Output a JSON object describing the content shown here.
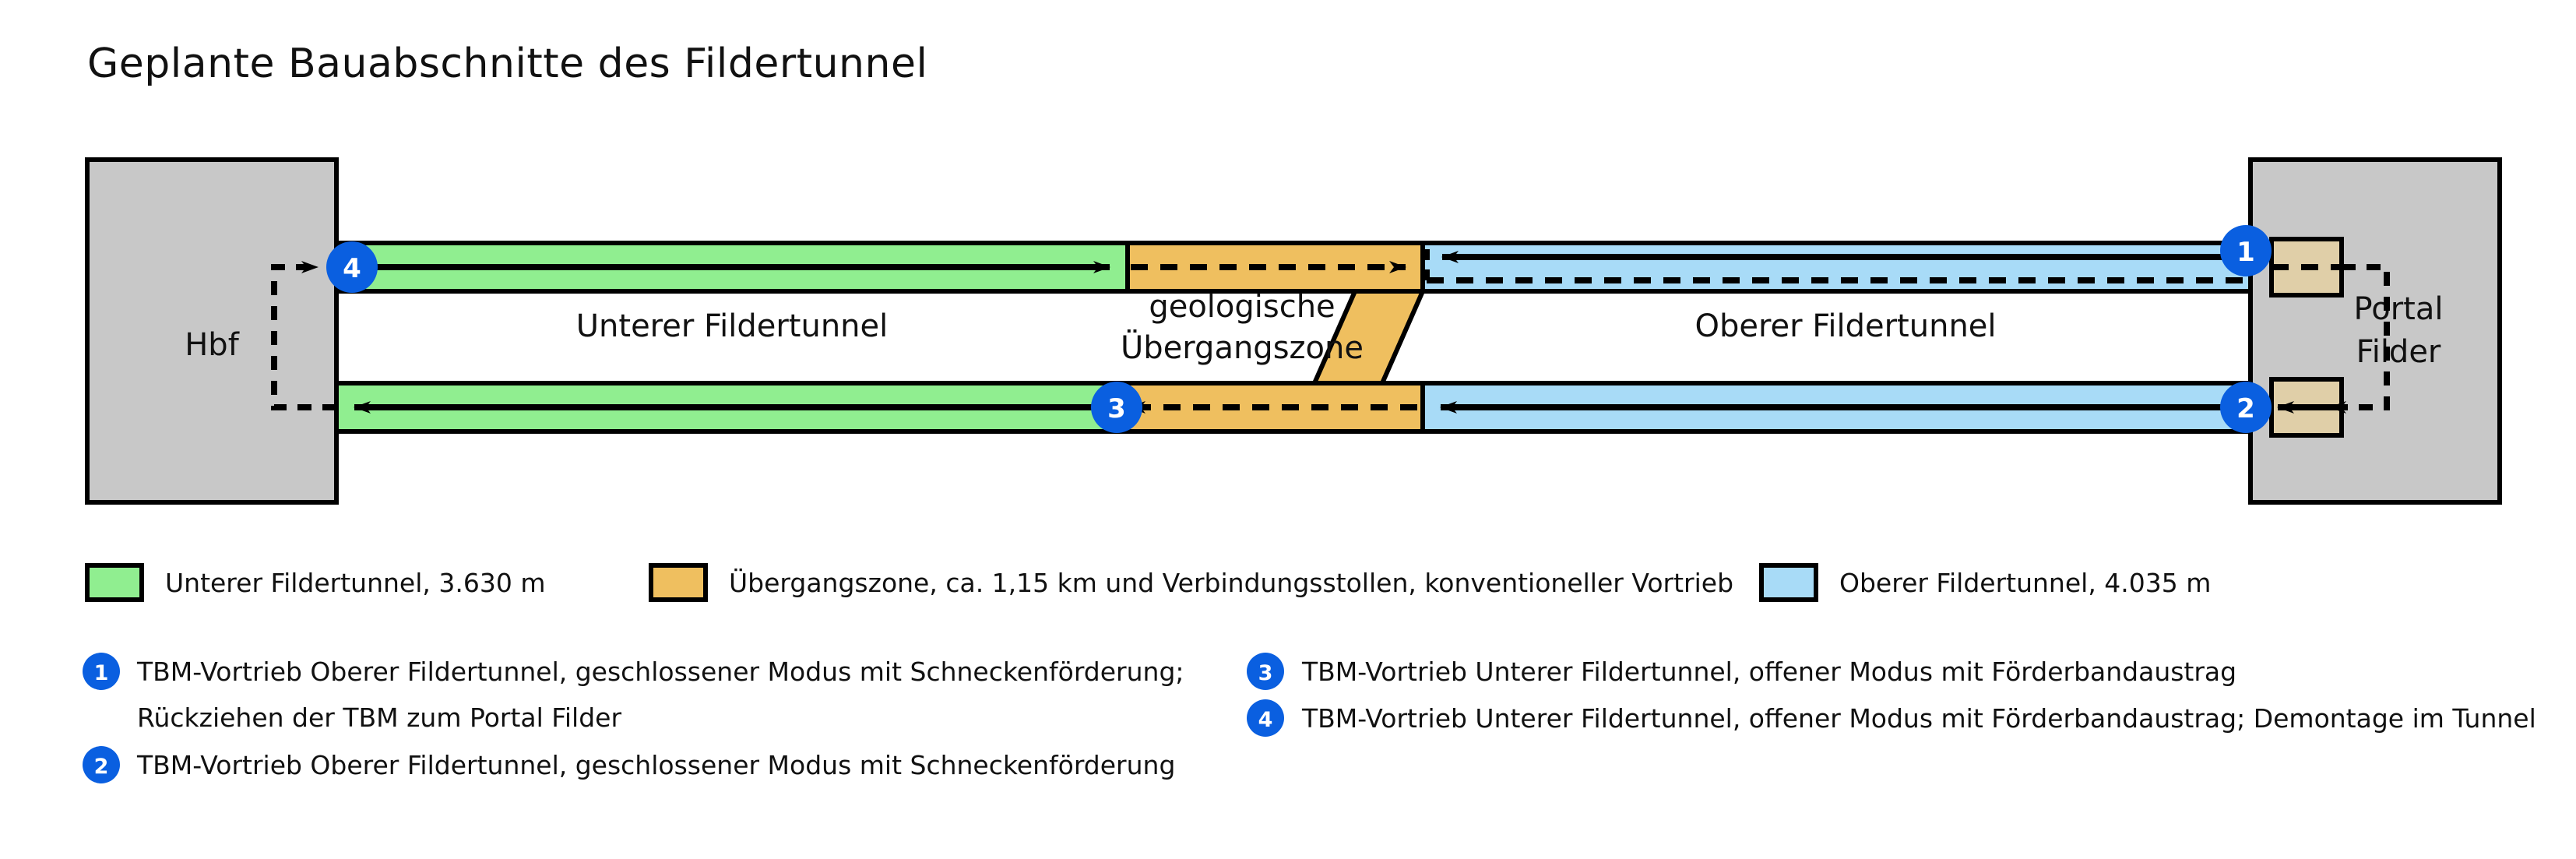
{
  "page": {
    "title": "Geplante Bauabschnitte des Fildertunnel",
    "background": "#ffffff"
  },
  "colors": {
    "lower_tunnel_green": "#90EE90",
    "transition_orange": "#EFBF5F",
    "upper_tunnel_blue": "#A8DBF7",
    "block_gray": "#C8C8C8",
    "portal_tan": "#E0CFA8",
    "badge_blue": "#0A5FE0",
    "stroke_black": "#000000"
  },
  "diagram": {
    "blocks": [
      {
        "name": "hbf",
        "label": "Hbf"
      },
      {
        "name": "portal-filder",
        "label_line1": "Portal",
        "label_line2": "Filder"
      }
    ],
    "segments": [
      {
        "name": "unterer-fildertunnel",
        "label": "Unterer Fildertunnel"
      },
      {
        "name": "geologische-uebergangszone",
        "label_line1": "geologische",
        "label_line2": "Übergangszone"
      },
      {
        "name": "oberer-fildertunnel",
        "label": "Oberer Fildertunnel"
      }
    ],
    "badges": [
      {
        "name": "badge-1",
        "value": "1"
      },
      {
        "name": "badge-2",
        "value": "2"
      },
      {
        "name": "badge-3",
        "value": "3"
      },
      {
        "name": "badge-4",
        "value": "4"
      }
    ]
  },
  "legend": {
    "items": [
      {
        "name": "legend-lower-tunnel",
        "color": "#90EE90",
        "label": "Unterer Fildertunnel, 3.630 m"
      },
      {
        "name": "legend-transition-zone",
        "color": "#EFBF5F",
        "label": "Übergangszone, ca. 1,15 km und Verbindungsstollen, konventioneller Vortrieb"
      },
      {
        "name": "legend-upper-tunnel",
        "color": "#A8DBF7",
        "label": "Oberer Fildertunnel, 4.035 m"
      }
    ]
  },
  "notes": {
    "left_column": [
      {
        "num": "1",
        "line1": "TBM-Vortrieb Oberer Fildertunnel, geschlossener Modus mit Schneckenförderung;",
        "line2": "Rückziehen der TBM zum Portal Filder"
      },
      {
        "num": "2",
        "line1": "TBM-Vortrieb Oberer Fildertunnel, geschlossener Modus mit Schneckenförderung",
        "line2": ""
      }
    ],
    "right_column": [
      {
        "num": "3",
        "line1": "TBM-Vortrieb Unterer Fildertunnel, offener Modus mit Förderbandaustrag",
        "line2": ""
      },
      {
        "num": "4",
        "line1": "TBM-Vortrieb Unterer Fildertunnel, offener Modus mit Förderbandaustrag; Demontage im Tunnel",
        "line2": ""
      }
    ]
  }
}
